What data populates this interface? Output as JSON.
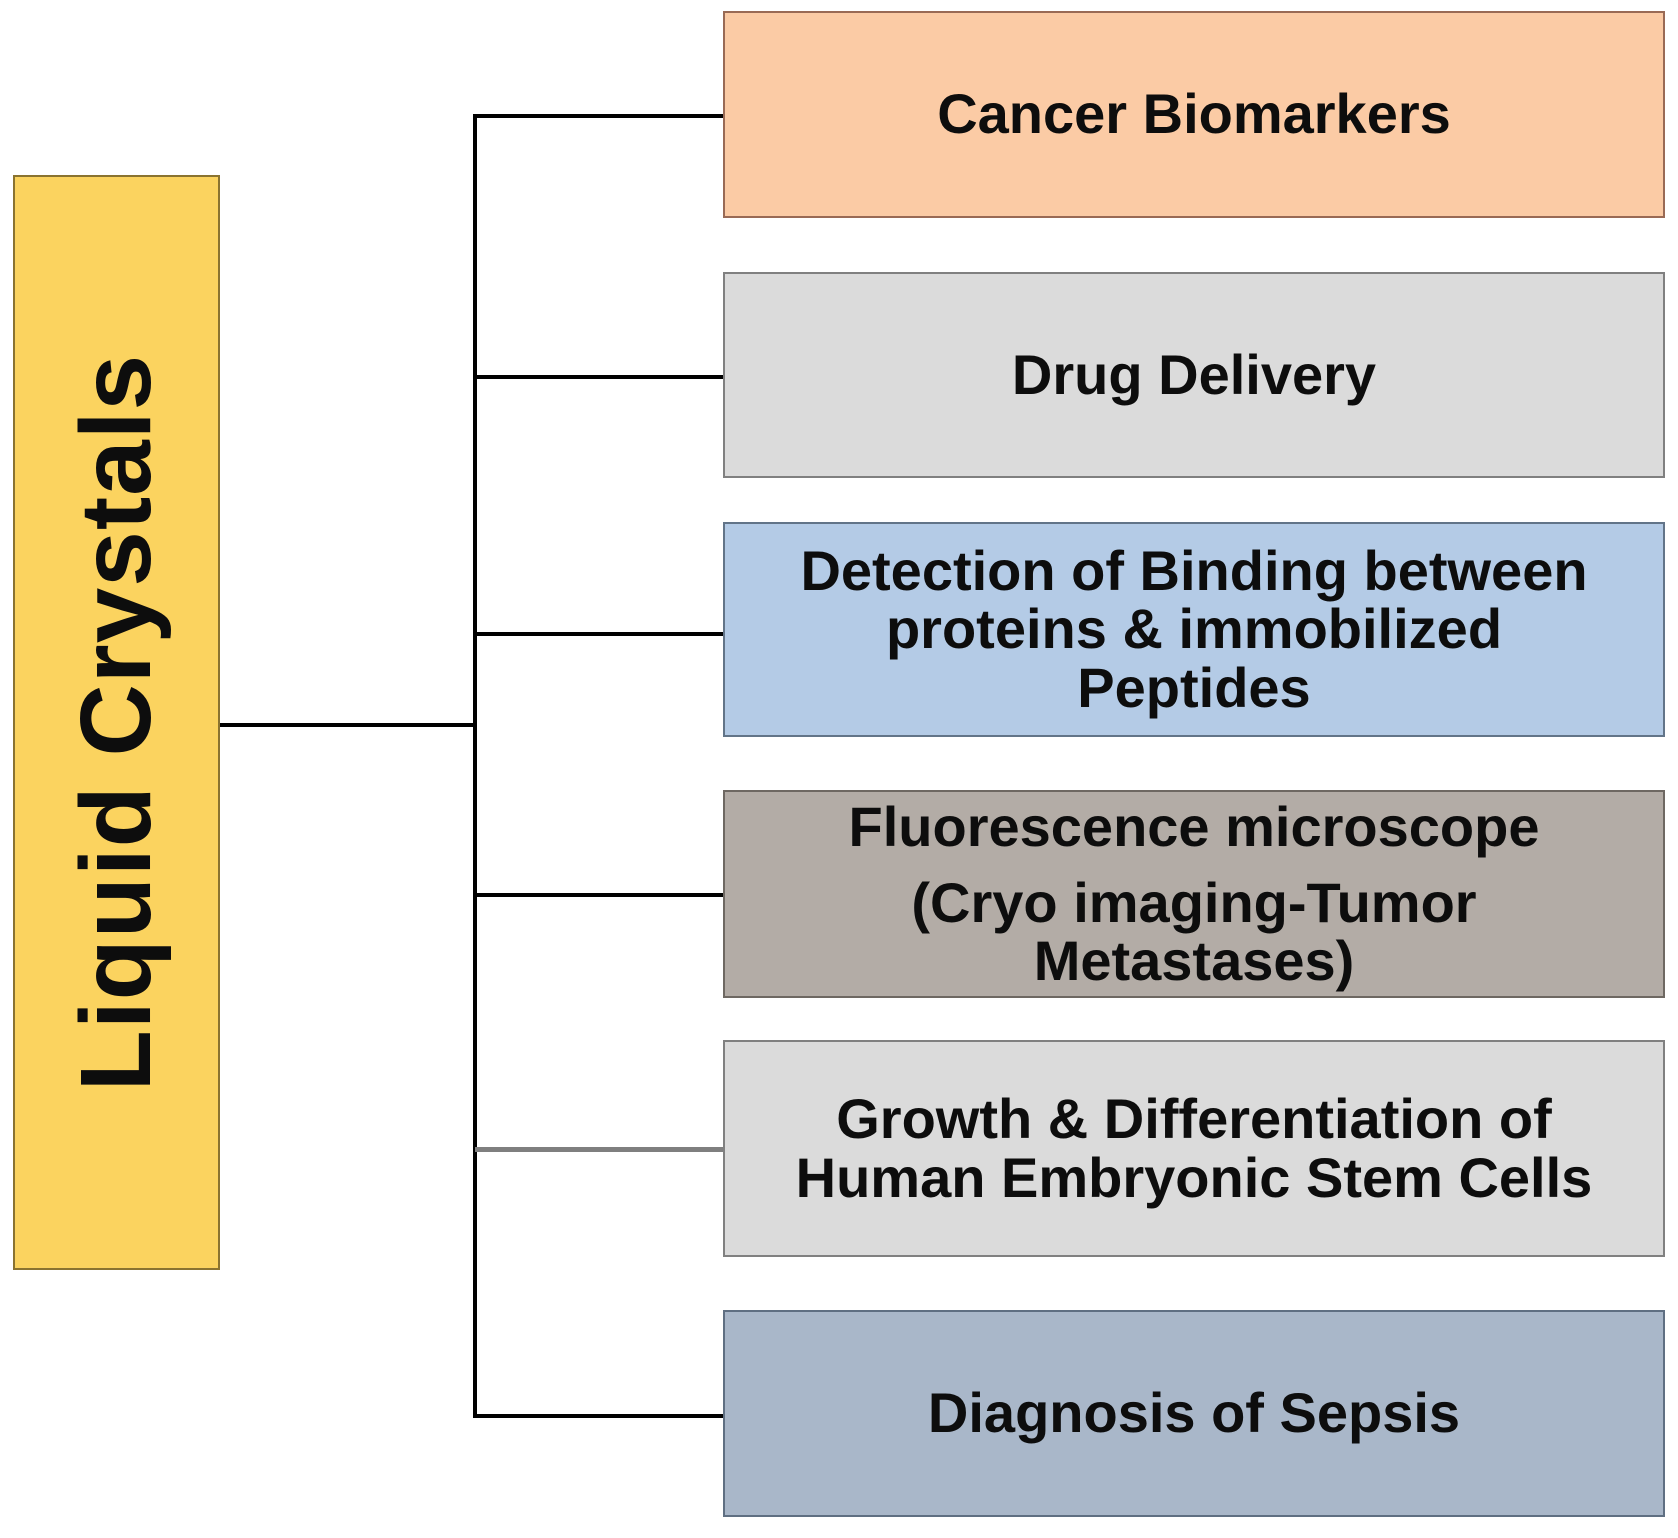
{
  "diagram": {
    "title": "Liquid Crystals applications diagram",
    "root": {
      "label": "Liquid Crystals",
      "bg_color": "#FBD35F",
      "border_color": "#8A7330",
      "text_color": "#0D0D0D"
    },
    "nodes": [
      {
        "id": "cancer-biomarkers",
        "lines": [
          "Cancer Biomarkers"
        ],
        "bg_color": "#FBCBA5",
        "border_color": "#996A55"
      },
      {
        "id": "drug-delivery",
        "lines": [
          "Drug Delivery"
        ],
        "bg_color": "#DBDBDB",
        "border_color": "#808080"
      },
      {
        "id": "detection-of-binding",
        "lines": [
          "Detection of Binding between",
          "proteins & immobilized",
          "Peptides"
        ],
        "bg_color": "#B4CBE6",
        "border_color": "#627488"
      },
      {
        "id": "fluorescence-microscope",
        "lines": [
          "Fluorescence microscope",
          "(Cryo imaging-Tumor",
          "Metastases)"
        ],
        "bg_color": "#B3ACA6",
        "border_color": "#6E6862"
      },
      {
        "id": "growth-differentiation",
        "lines": [
          "Growth & Differentiation of",
          "Human Embryonic Stem Cells"
        ],
        "bg_color": "#DBDBDB",
        "border_color": "#808080"
      },
      {
        "id": "diagnosis-of-sepsis",
        "lines": [
          "Diagnosis of Sepsis"
        ],
        "bg_color": "#A9B7C9",
        "border_color": "#5F6F82"
      }
    ],
    "connectors": {
      "line_color": "#000000",
      "alt_line_color": "#7F7F7F"
    }
  }
}
